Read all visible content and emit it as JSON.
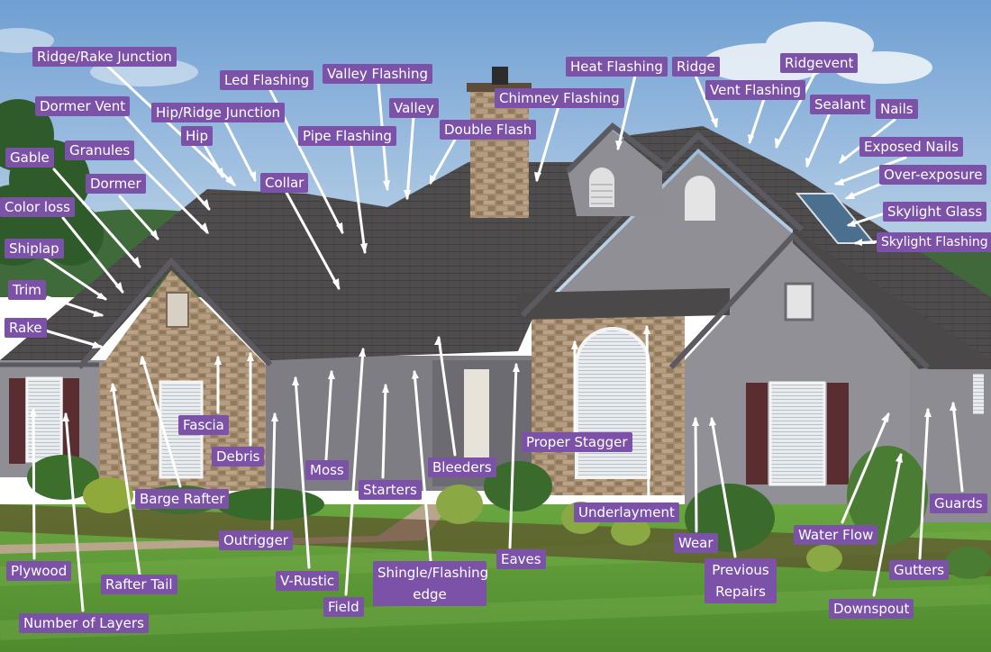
{
  "labels": {
    "ridge_rake_junction": "Ridge/Rake Junction",
    "led_flashing": "Led Flashing",
    "valley_flashing": "Valley Flashing",
    "heat_flashing": "Heat Flashing",
    "ridge": "Ridge",
    "ridgevent": "Ridgevent",
    "vent_flashing": "Vent Flashing",
    "dormer_vent": "Dormer Vent",
    "hip_ridge_junction": "Hip/Ridge Junction",
    "chimney_flashing": "Chimney Flashing",
    "valley": "Valley",
    "sealant": "Sealant",
    "nails": "Nails",
    "hip": "Hip",
    "pipe_flashing": "Pipe Flashing",
    "double_flash": "Double Flash",
    "gable": "Gable",
    "granules": "Granules",
    "exposed_nails": "Exposed Nails",
    "over_exposure": "Over-exposure",
    "collar": "Collar",
    "dormer": "Dormer",
    "color_loss": "Color loss",
    "skylight_glass": "Skylight Glass",
    "skylight_flashing": "Skylight Flashing",
    "shiplap": "Shiplap",
    "trim": "Trim",
    "rake": "Rake",
    "fascia": "Fascia",
    "debris": "Debris",
    "proper_stagger": "Proper Stagger",
    "moss": "Moss",
    "bleeders": "Bleeders",
    "starters": "Starters",
    "barge_rafter": "Barge Rafter",
    "guards": "Guards",
    "underlayment": "Underlayment",
    "outrigger": "Outrigger",
    "water_flow": "Water Flow",
    "wear": "Wear",
    "eaves": "Eaves",
    "plywood": "Plywood",
    "shingle_flashing_edge_line1": "Shingle/Flashing",
    "shingle_flashing_edge_line2": "edge",
    "previous_repairs_line1": "Previous",
    "previous_repairs_line2": "Repairs",
    "gutters": "Gutters",
    "rafter_tail": "Rafter Tail",
    "v_rustic": "V-Rustic",
    "field": "Field",
    "downspout": "Downspout",
    "number_of_layers": "Number of Layers"
  },
  "colors": {
    "label_bg": "#7b52a7",
    "label_text": "#ffffff",
    "arrow": "#ffffff",
    "sky": "#8fb6dc",
    "roof": "#4d4b4b",
    "stucco": "#8d8d92",
    "stone": "#a88f72",
    "shutter": "#5a2d30",
    "lawn": "#5f9a3a"
  }
}
